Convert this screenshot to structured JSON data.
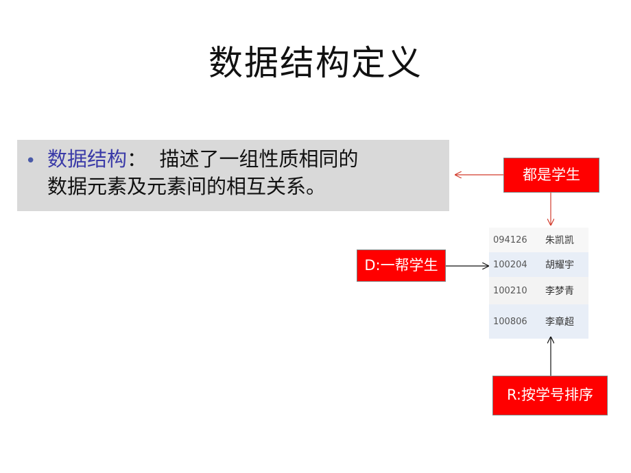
{
  "slide": {
    "title": "数据结构定义",
    "definition": {
      "term": "数据结构",
      "colon": "：",
      "line1_rest": "描述了一组性质相同的",
      "line2": "数据元素及元素间的相互关系。"
    },
    "tags": {
      "all_students": "都是学生",
      "d_set": "D:一帮学生",
      "r_relation": "R:按学号排序"
    },
    "students": [
      {
        "id": "094126",
        "name": "朱凯凯"
      },
      {
        "id": "100204",
        "name": "胡耀宇"
      },
      {
        "id": "100210",
        "name": "李梦青"
      },
      {
        "id": "100806",
        "name": "李章超"
      }
    ]
  },
  "colors": {
    "tag_bg": "#ff0000",
    "definition_bg": "#d9d9d9",
    "term_color": "#3a3aa8",
    "red_arrow": "#d23a2a"
  }
}
